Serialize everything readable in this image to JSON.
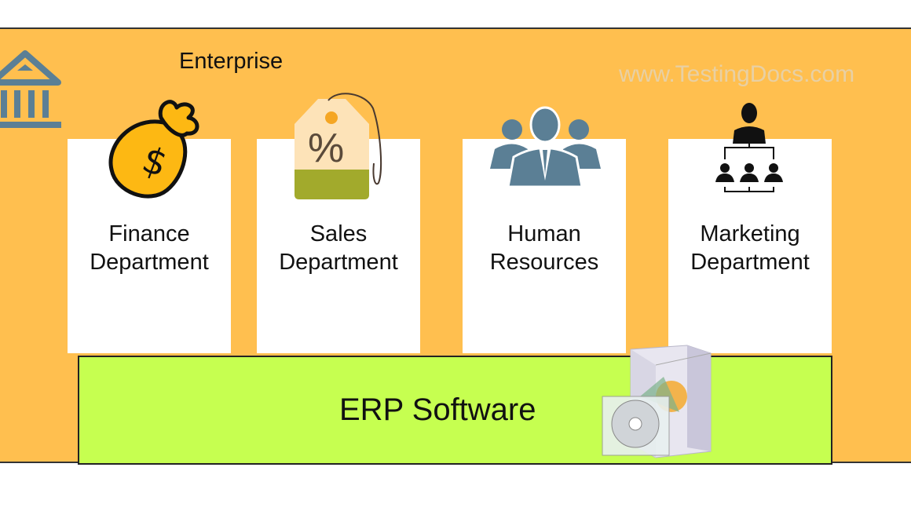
{
  "title": "Enterprise",
  "watermark": "www.TestingDocs.com",
  "departments": [
    {
      "line1": "Finance",
      "line2": "Department",
      "icon": "money-bag-icon"
    },
    {
      "line1": "Sales",
      "line2": "Department",
      "icon": "price-tag-icon"
    },
    {
      "line1": "Human",
      "line2": "Resources",
      "icon": "people-group-icon"
    },
    {
      "line1": "Marketing",
      "line2": "Department",
      "icon": "org-chart-icon"
    }
  ],
  "erp_label": "ERP Software",
  "colors": {
    "background": "#FFBF4F",
    "erp": "#C6FF50",
    "icon_blue": "#5B7F95"
  }
}
